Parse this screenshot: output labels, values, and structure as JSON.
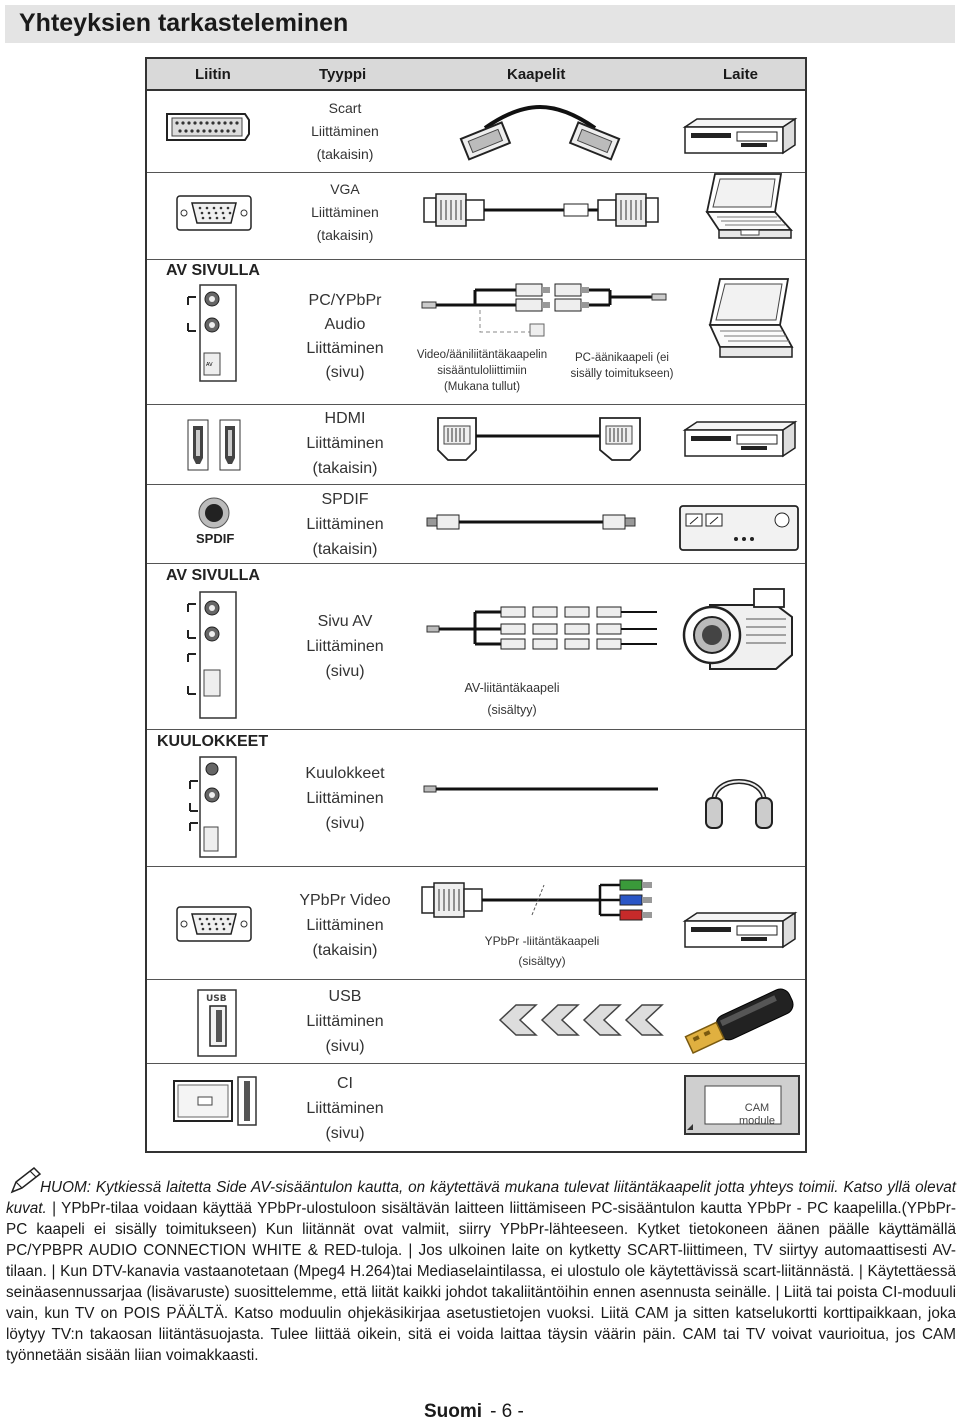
{
  "page_title": "Yhteyksien tarkasteleminen",
  "table": {
    "headers": [
      "Liitin",
      "Tyyppi",
      "Kaapelit",
      "Laite"
    ]
  },
  "side_labels": {
    "av_side_1": "AV SIVULLA",
    "spdif": "SPDIF",
    "av_side_2": "AV SIVULLA",
    "headphones": "KUULOKKEET",
    "usb": "USB"
  },
  "rows": [
    {
      "type": [
        "Scart",
        "Liittäminen",
        "(takaisin)"
      ]
    },
    {
      "type": [
        "VGA",
        "Liittäminen",
        "(takaisin)"
      ]
    },
    {
      "type": [
        "PC/YPbPr",
        "Audio",
        "Liittäminen",
        "(sivu)"
      ]
    },
    {
      "type": [
        "HDMI",
        "Liittäminen",
        "(takaisin)"
      ]
    },
    {
      "type": [
        "SPDIF",
        "Liittäminen",
        "(takaisin)"
      ]
    },
    {
      "type": [
        "Sivu AV",
        "Liittäminen",
        "(sivu)"
      ]
    },
    {
      "type": [
        "Kuulokkeet",
        "Liittäminen",
        "(sivu)"
      ]
    },
    {
      "type": [
        "YPbPr Video",
        "Liittäminen",
        "(takaisin)"
      ]
    },
    {
      "type": [
        "USB",
        "Liittäminen",
        "(sivu)"
      ]
    },
    {
      "type": [
        "CI",
        "Liittäminen",
        "(sivu)"
      ]
    }
  ],
  "captions": {
    "video_audio_cable": [
      "Video/ääniliitäntäkaapelin",
      "sisääntuloliittimiin",
      "(Mukana tullut)"
    ],
    "pc_audio_cable": [
      "PC-äänikaapeli (ei",
      "sisälly toimitukseen)"
    ],
    "av_cable": [
      "AV-liitäntäkaapeli",
      "(sisältyy)"
    ],
    "ypbpr_cable": [
      "YPbPr -liitäntäkaapeli",
      "(sisältyy)"
    ],
    "cam_module": [
      "CAM",
      "module"
    ]
  },
  "note": {
    "lead": "HUOM: Kytkiessä laitetta Side AV-sisääntulon kautta, on käytettävä mukana tulevat liitäntäkaapelit jotta yhteys toimii. Katso yllä olevat kuvat.",
    "body": " | YPbPr-tilaa voidaan käyttää YPbPr-ulostuloon sisältävän laitteen liittämiseen PC-sisääntulon kautta YPbPr - PC kaapelilla.(YPbPr-PC kaapeli ei sisälly toimitukseen) Kun liitännät ovat valmiit, siirry YPbPr-lähteeseen. Kytket tietokoneen äänen päälle käyttämällä PC/YPBPR AUDIO CONNECTION WHITE & RED-tuloja. | Jos ulkoinen laite on kytketty SCART-liittimeen, TV siirtyy automaattisesti AV-tilaan. | Kun DTV-kanavia vastaanotetaan (Mpeg4 H.264)tai Mediaselaintilassa, ei ulostulo ole käytettävissä scart-liitännästä. | Käytettäessä seinäasennussarjaa (lisävaruste) suosittelemme, että liität kaikki johdot takaliitäntöihin ennen asennusta seinälle. | Liitä tai poista CI-moduuli vain, kun TV on POIS PÄÄLTÄ. Katso moduulin ohjekäsikirjaa asetustietojen vuoksi. Liitä CAM ja sitten katselukortti korttipaikkaan, joka löytyy TV:n takaosan liitäntäsuojasta. Tulee liittää oikein, sitä ei voida laittaa täysin väärin päin. CAM tai TV voivat vaurioitua, jos CAM työnnetään sisään liian voimakkaasti."
  },
  "footer": {
    "language": "Suomi",
    "page": "- 6 -"
  },
  "colors": {
    "header_bg": "#d9d9d9",
    "title_bg": "#e4e4e4"
  }
}
